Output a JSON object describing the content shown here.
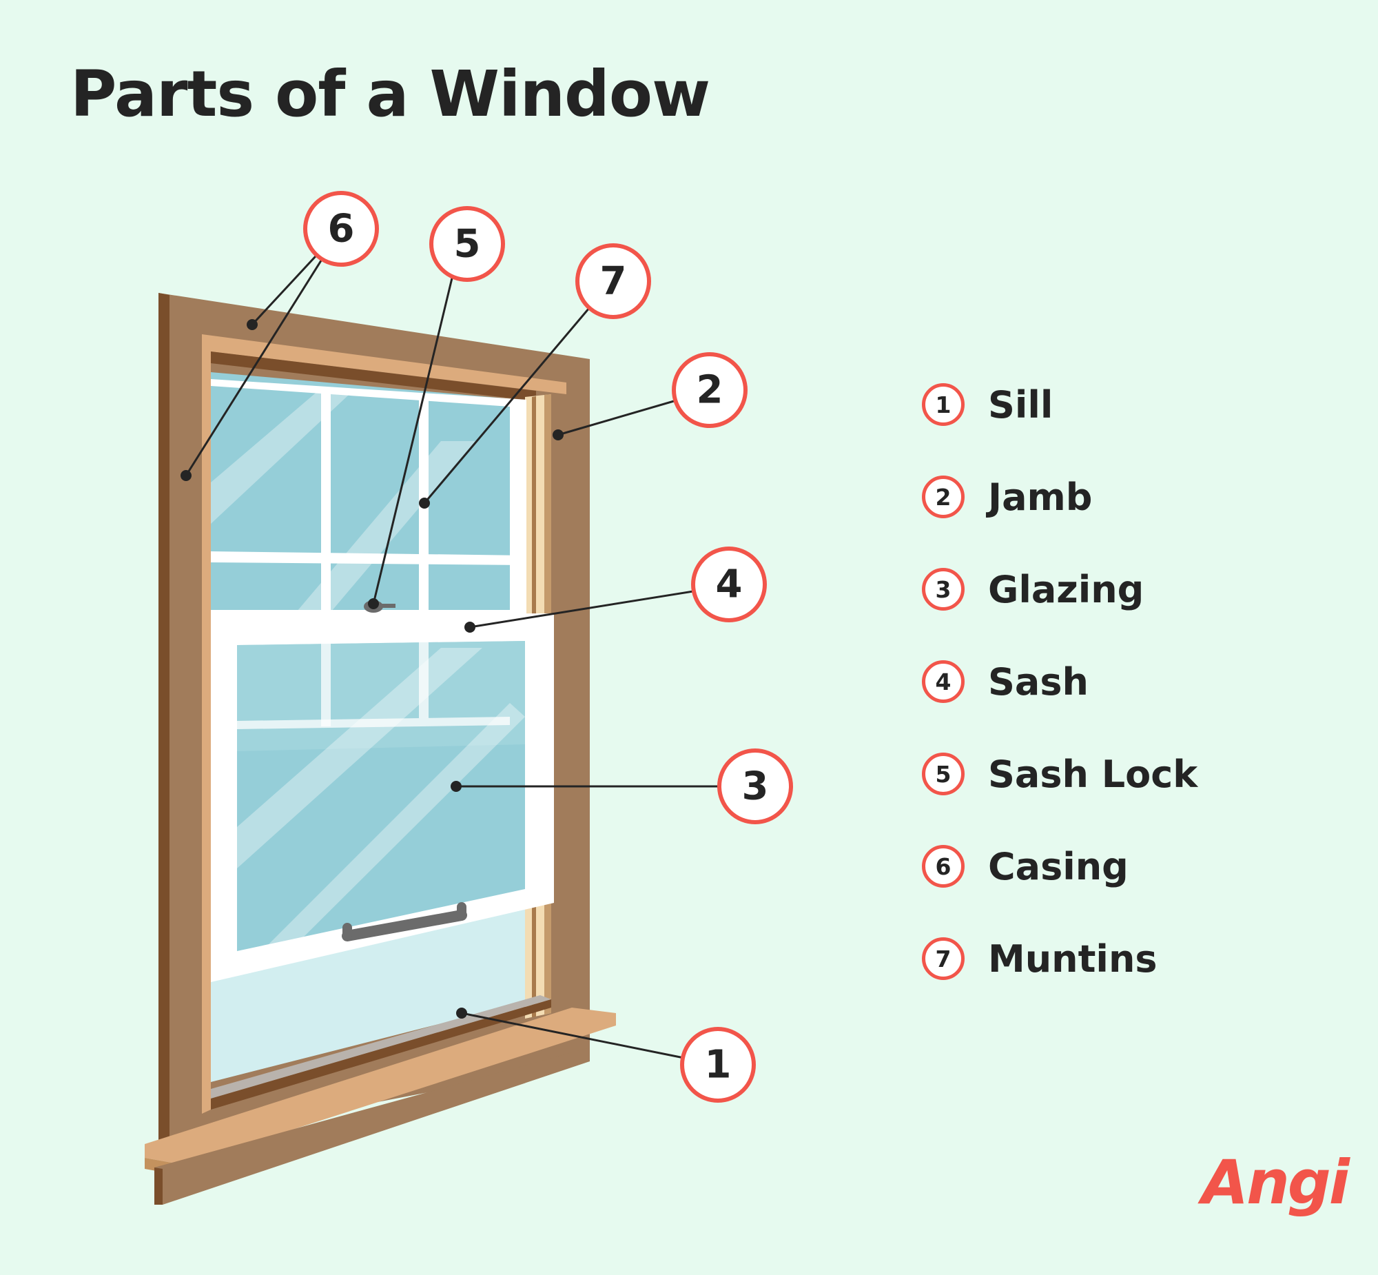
{
  "title": "Parts of a Window",
  "callouts": [
    "1",
    "2",
    "3",
    "4",
    "5",
    "6",
    "7"
  ],
  "legend": [
    {
      "num": "1",
      "label": "Sill"
    },
    {
      "num": "2",
      "label": "Jamb"
    },
    {
      "num": "3",
      "label": "Glazing"
    },
    {
      "num": "4",
      "label": "Sash"
    },
    {
      "num": "5",
      "label": "Sash Lock"
    },
    {
      "num": "6",
      "label": "Casing"
    },
    {
      "num": "7",
      "label": "Muntins"
    }
  ],
  "brand": "Angi",
  "colors": {
    "background": "#e6faef",
    "accent": "#f2554a",
    "casing": "#a17c5b",
    "casing_dark": "#7a4e2b",
    "wood_light": "#dcab7d",
    "sash": "#ffffff",
    "glass": "#95ced8"
  }
}
